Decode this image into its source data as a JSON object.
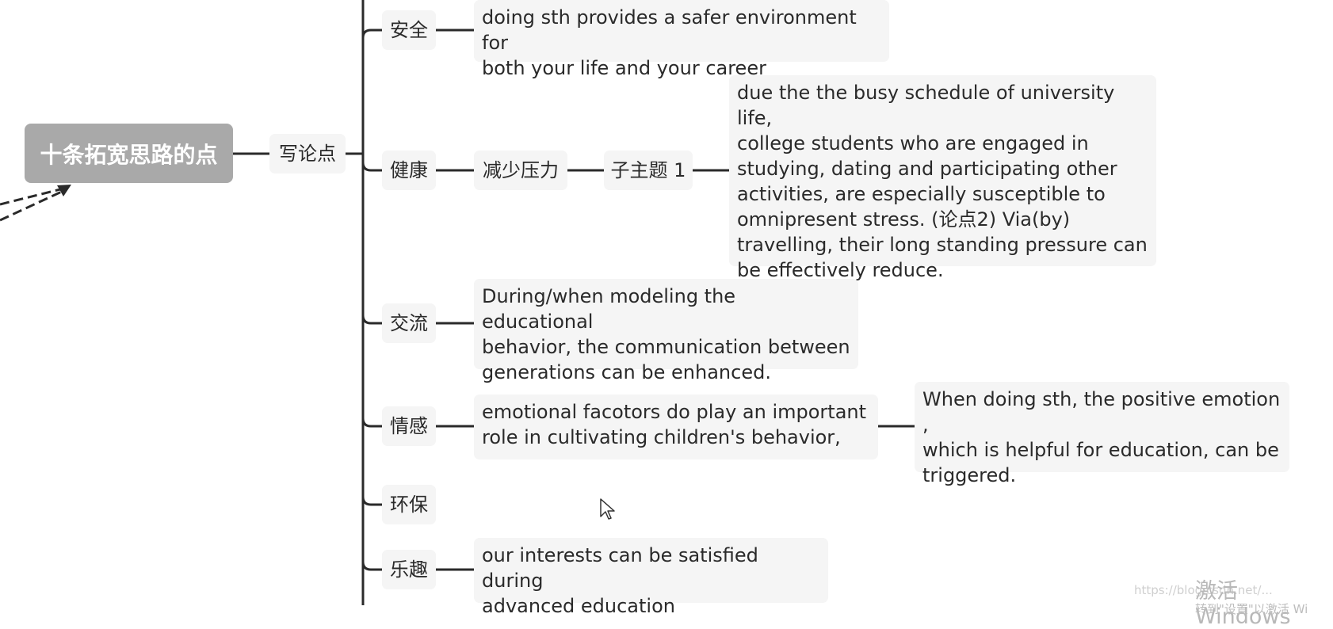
{
  "mindmap": {
    "root": "十条拓宽思路的点",
    "branch": "写论点",
    "topics": {
      "safety": "安全",
      "health": "健康",
      "communication": "交流",
      "emotion": "情感",
      "environment": "环保",
      "fun": "乐趣"
    },
    "safety_text": "doing sth provides a safer environment for\nboth your life and your career",
    "health_sub": "减少压力",
    "health_subtopic": "子主题 1",
    "health_text": "due the the busy schedule of university life,\ncollege students who are engaged in\nstudying, dating and participating other\nactivities, are especially susceptible to\nomnipresent stress. (论点2) Via(by)\ntravelling, their long standing pressure can\nbe effectively reduce.",
    "communication_text": "During/when modeling the educational\nbehavior, the communication between\ngenerations can be enhanced.",
    "emotion_text": " emotional facotors do play an important\nrole  in cultivating children's behavior,",
    "emotion_detail": "When doing sth, the positive emotion ,\nwhich is helpful for education, can be\ntriggered.",
    "fun_text": "our interests can be satisfied during\nadvanced education"
  },
  "watermark": {
    "url": "https://blog.csdn.net/...",
    "activate": "激活 Windows",
    "activate_sub": "转到\"设置\"以激活 Wi"
  },
  "colors": {
    "root_bg": "#a9a9a9",
    "node_bg": "#f5f5f5",
    "line": "#2a2a2a"
  }
}
